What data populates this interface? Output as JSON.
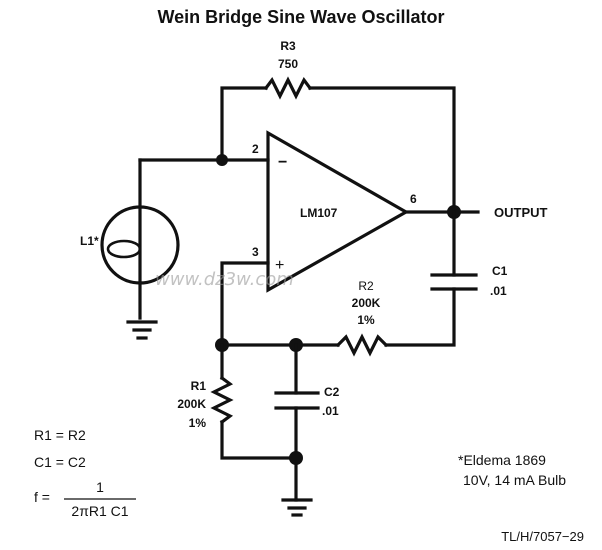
{
  "title": "Wein Bridge Sine Wave Oscillator",
  "components": {
    "r3": {
      "name": "R3",
      "value": "750"
    },
    "opamp": {
      "name": "LM107",
      "pin_inv": "2",
      "pin_noninv": "3",
      "pin_out": "6",
      "sign_inv": "−",
      "sign_noninv": "+"
    },
    "output": {
      "label": "OUTPUT"
    },
    "c1": {
      "name": "C1",
      "value": ".01"
    },
    "r2": {
      "name": "R2",
      "value": "200K",
      "tolerance": "1%"
    },
    "r1": {
      "name": "R1",
      "value": "200K",
      "tolerance": "1%"
    },
    "c2": {
      "name": "C2",
      "value": ".01"
    },
    "l1": {
      "name": "L1*"
    }
  },
  "equations": {
    "eq1": "R1 = R2",
    "eq2": "C1 = C2",
    "f_lhs": "f =",
    "f_num": "1",
    "f_den": "2πR1 C1"
  },
  "footnote": {
    "line1": "*Eldema 1869",
    "line2": "10V, 14 mA Bulb"
  },
  "figure_id": "TL/H/7057−29",
  "watermark": "www.dz3w.com"
}
